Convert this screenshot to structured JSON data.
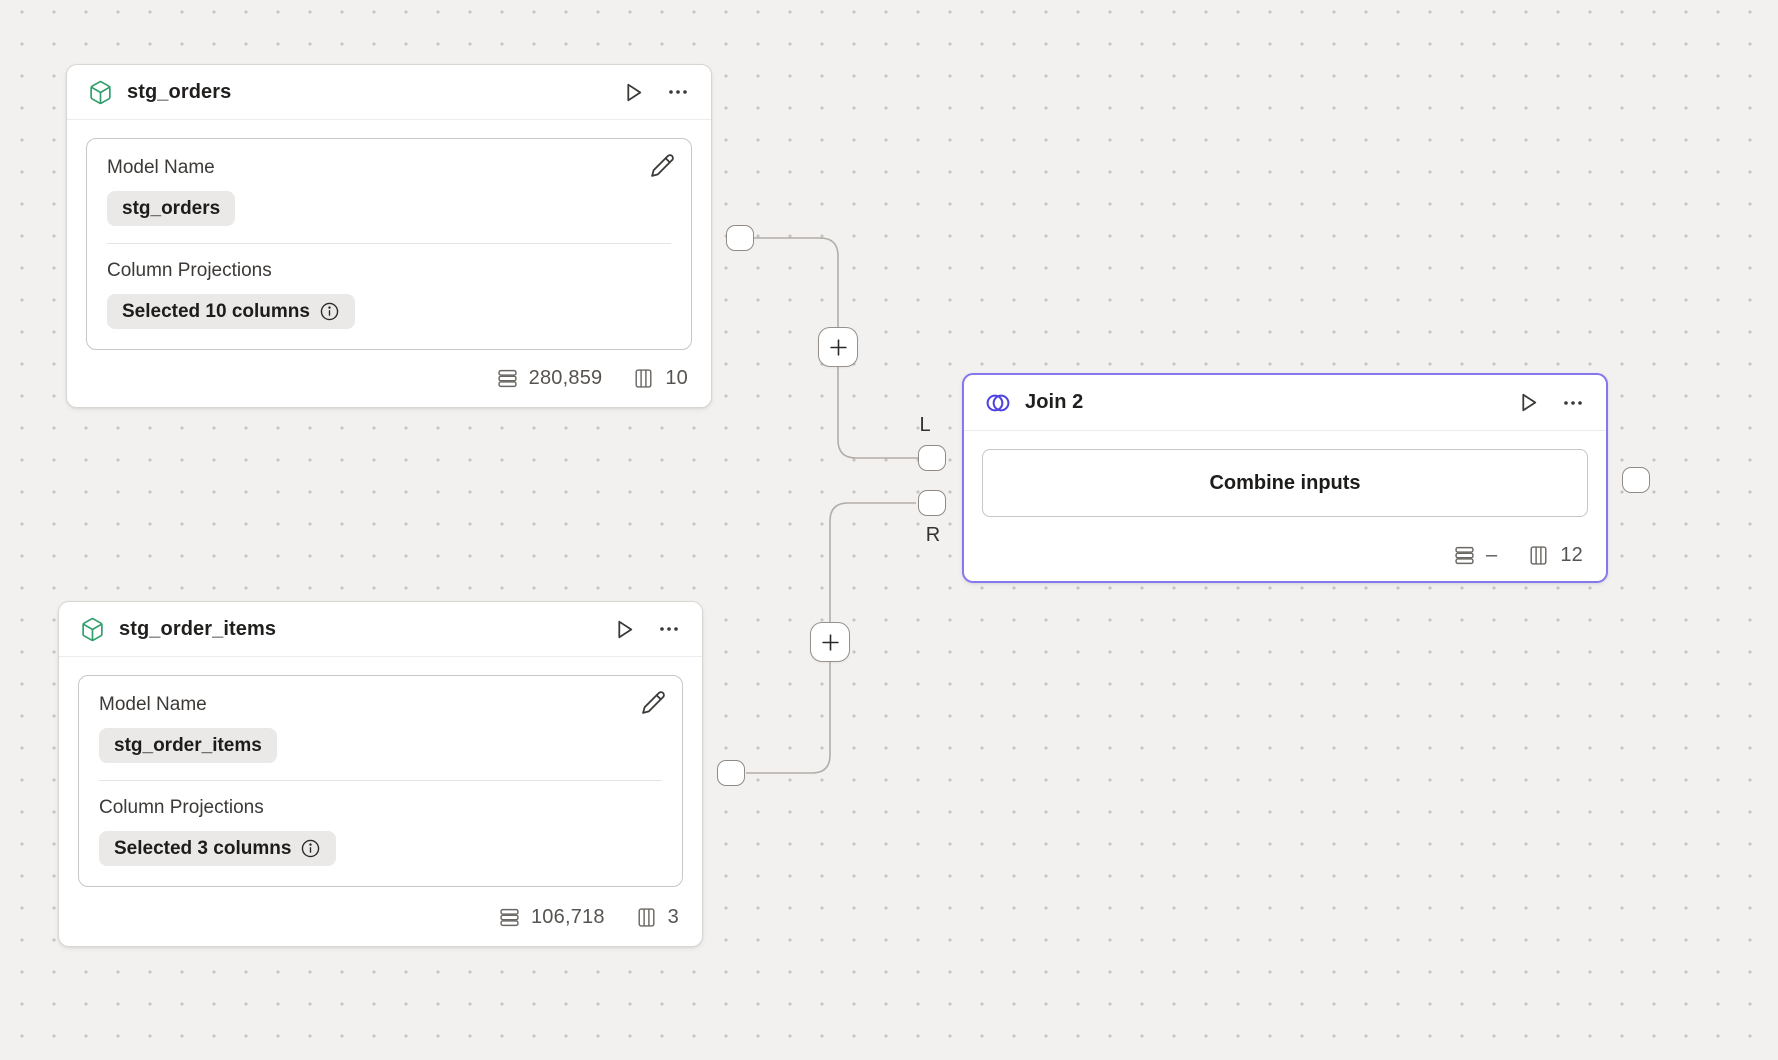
{
  "canvas": {
    "background": "#f3f1f0",
    "dot_color": "#c7c3c0"
  },
  "nodes": {
    "stg_orders": {
      "title": "stg_orders",
      "fields": {
        "model_name": {
          "label": "Model Name",
          "value": "stg_orders"
        },
        "column_projections": {
          "label": "Column Projections",
          "value": "Selected 10 columns"
        }
      },
      "stats": {
        "rows": "280,859",
        "columns": "10"
      }
    },
    "stg_order_items": {
      "title": "stg_order_items",
      "fields": {
        "model_name": {
          "label": "Model Name",
          "value": "stg_order_items"
        },
        "column_projections": {
          "label": "Column Projections",
          "value": "Selected 3 columns"
        }
      },
      "stats": {
        "rows": "106,718",
        "columns": "3"
      }
    },
    "join": {
      "title": "Join 2",
      "combine_button": "Combine inputs",
      "stats": {
        "rows": "–",
        "columns": "12"
      },
      "ports": {
        "left_label": "L",
        "right_label": "R"
      }
    }
  },
  "icons": {
    "model_type": "cube-icon",
    "join_type": "join-venn-icon",
    "run": "play-icon",
    "menu": "ellipsis-icon",
    "edit": "pencil-icon",
    "info": "info-icon",
    "rows": "table-rows-icon",
    "columns": "table-columns-icon"
  },
  "colors": {
    "model_icon_green": "#2f9e6a",
    "join_icon_purple": "#4e43e1",
    "join_selected_border": "#8577ee",
    "wire": "#b3ada8"
  }
}
